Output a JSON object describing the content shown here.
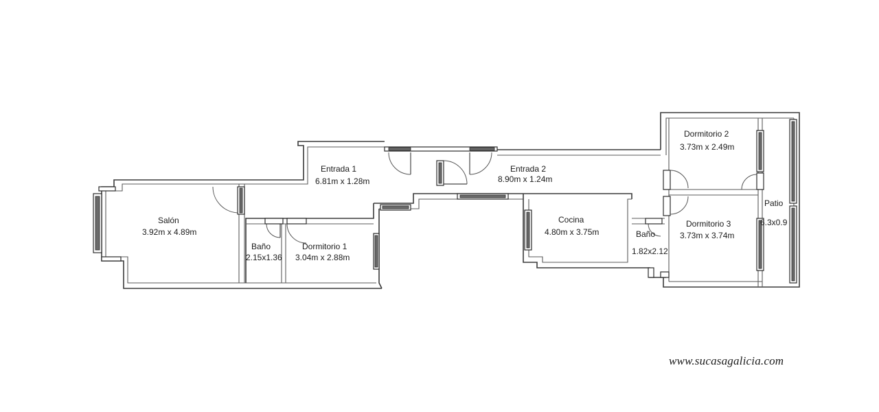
{
  "rooms": {
    "salon": {
      "name": "Salón",
      "size": "3.92m x 4.89m"
    },
    "entrada1": {
      "name": "Entrada 1",
      "size": "6.81m x 1.28m"
    },
    "entrada2": {
      "name": "Entrada 2",
      "size": "8.90m x 1.24m"
    },
    "bano1": {
      "name": "Baño",
      "size": "2.15x1.36"
    },
    "dormitorio1": {
      "name": "Dormitorio 1",
      "size": "3.04m x 2.88m"
    },
    "cocina": {
      "name": "Cocina",
      "size": "4.80m x 3.75m"
    },
    "bano2": {
      "name": "Baño",
      "size": "1.82x2.12"
    },
    "dormitorio2": {
      "name": "Dormitorio 2",
      "size": "3.73m x 2.49m"
    },
    "dormitorio3": {
      "name": "Dormitorio 3",
      "size": "3.73m x 3.74m"
    },
    "patio": {
      "name": "Patio",
      "size": "6.3x0.9"
    }
  },
  "watermark": "www.sucasagalicia.com"
}
